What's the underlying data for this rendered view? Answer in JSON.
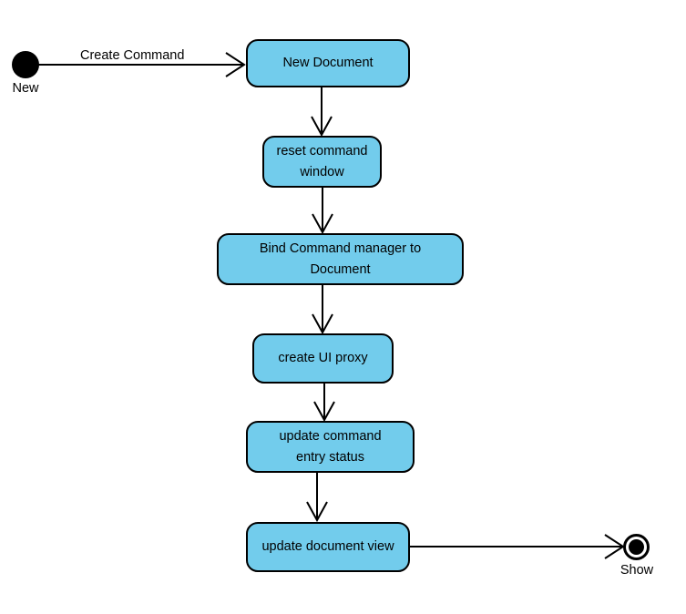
{
  "diagram": {
    "type": "uml-activity-diagram",
    "title": "",
    "colors": {
      "node_fill": "#72CCEC",
      "node_stroke": "#000000",
      "edge_stroke": "#000000",
      "text": "#000000",
      "background": "#ffffff"
    },
    "initial_state": {
      "name": "initial-state",
      "label": "New"
    },
    "final_state": {
      "name": "final-state",
      "label": "Show"
    },
    "nodes": [
      {
        "id": "new-document",
        "label": "New Document"
      },
      {
        "id": "reset-command-window",
        "label_line1": "reset command",
        "label_line2": "window"
      },
      {
        "id": "bind-command-manager",
        "label_line1": "Bind Command manager to",
        "label_line2": "Document"
      },
      {
        "id": "create-ui-proxy",
        "label": "create UI proxy"
      },
      {
        "id": "update-command-entry-status",
        "label_line1": "update command",
        "label_line2": "entry status"
      },
      {
        "id": "update-document-view",
        "label": "update document view"
      }
    ],
    "edges": [
      {
        "id": "edge-new-to-new-document",
        "label": "Create Command"
      },
      {
        "id": "edge-new-document-to-reset",
        "label": ""
      },
      {
        "id": "edge-reset-to-bind",
        "label": ""
      },
      {
        "id": "edge-bind-to-proxy",
        "label": ""
      },
      {
        "id": "edge-proxy-to-update-status",
        "label": ""
      },
      {
        "id": "edge-update-status-to-doc-view",
        "label": ""
      },
      {
        "id": "edge-doc-view-to-show",
        "label": ""
      }
    ]
  }
}
